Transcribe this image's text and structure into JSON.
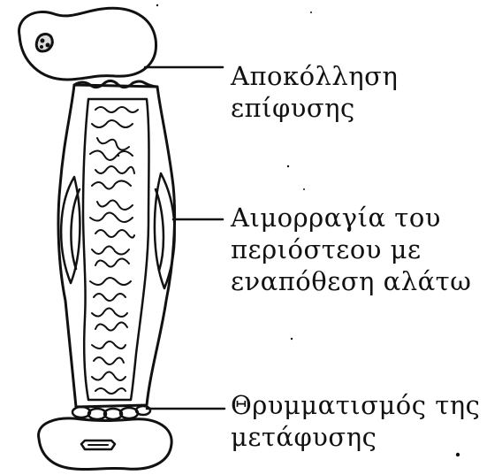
{
  "diagram": {
    "labels": [
      {
        "lines": [
          "Αποκόλληση",
          "επίφυσης"
        ]
      },
      {
        "lines": [
          "Αιμορραγία του",
          "περιόστεου με",
          "εναπόθεση αλάτω"
        ]
      },
      {
        "lines": [
          "Θρυμματισμός της",
          "μετάφυσης"
        ]
      }
    ],
    "colors": {
      "ink": "#111111",
      "background": "#ffffff"
    }
  }
}
